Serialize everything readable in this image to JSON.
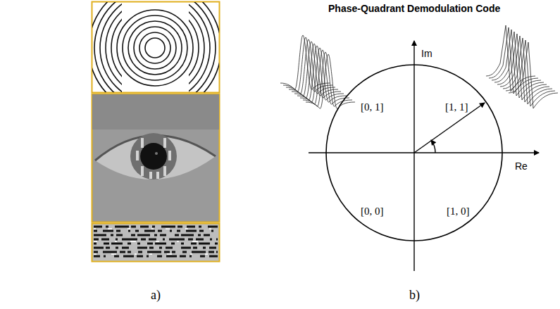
{
  "diagram": {
    "title": "Phase-Quadrant Demodulation Code",
    "labels": [
      "[0, 1]",
      "[1, 1]",
      "[0, 0]",
      "[1, 0]",
      "Im",
      "Re",
      "a)",
      "b)"
    ]
  }
}
